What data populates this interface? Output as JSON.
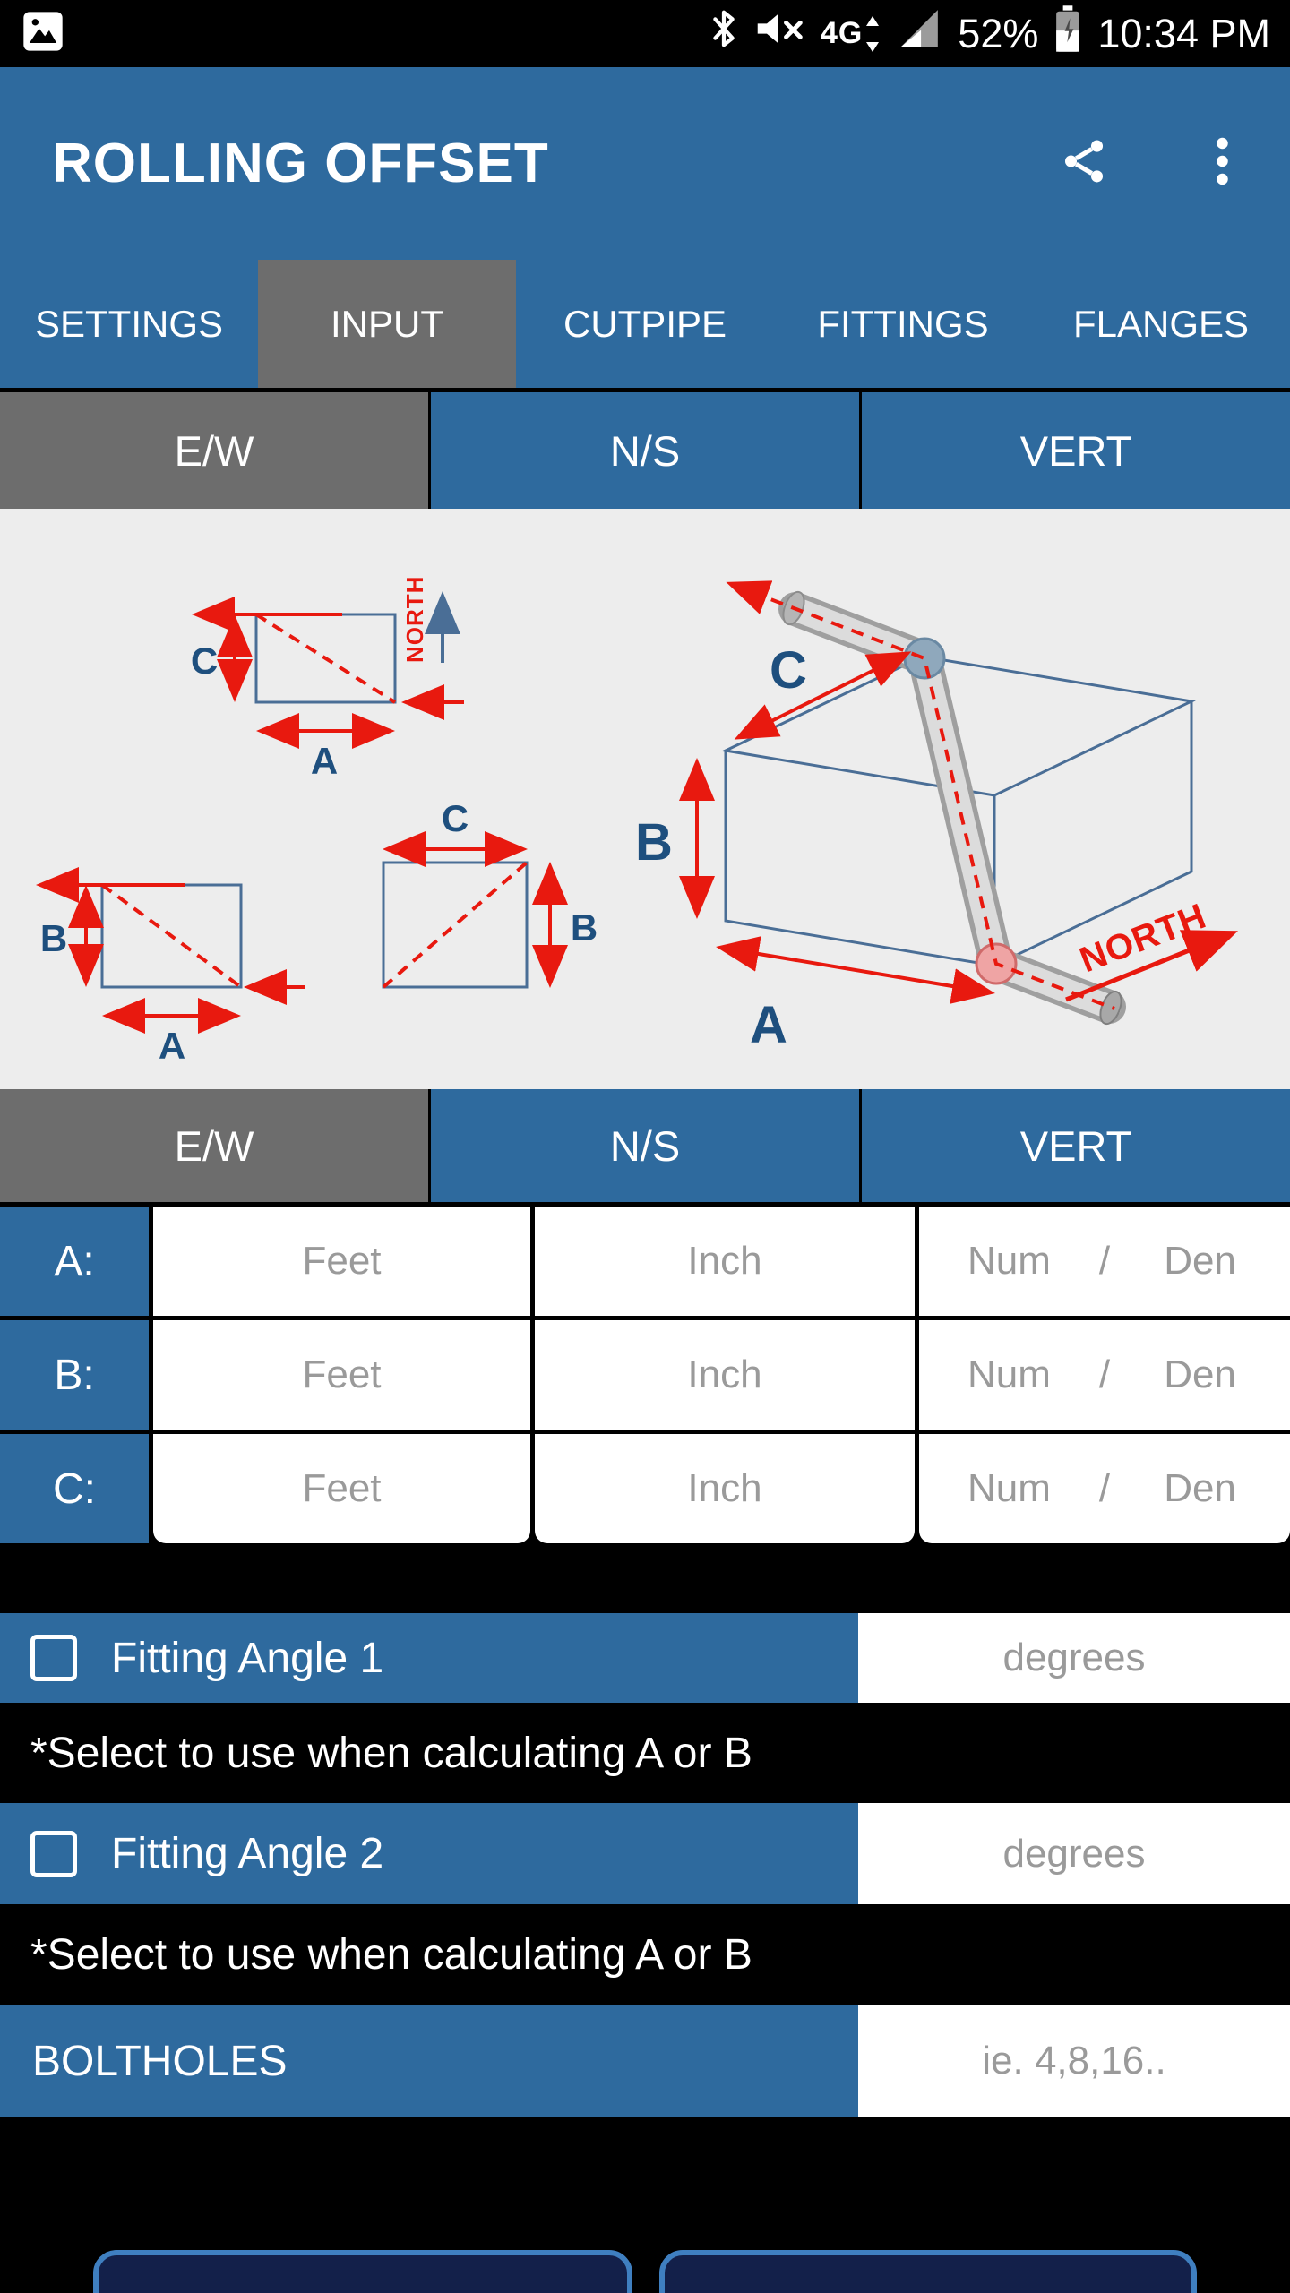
{
  "colors": {
    "primary_blue": "#2e6a9e",
    "selected_gray": "#6d6d6d",
    "diagram_bg": "#ededed",
    "accent_red": "#e8190f",
    "diagram_blue": "#1e4f7e",
    "black": "#000000"
  },
  "status_bar": {
    "time": "10:34 PM",
    "battery": "52%",
    "network": "4G"
  },
  "app_bar": {
    "title": "ROLLING OFFSET"
  },
  "nav_tabs": {
    "selected": "INPUT",
    "items": [
      {
        "label": "SETTINGS"
      },
      {
        "label": "INPUT"
      },
      {
        "label": "CUTPIPE"
      },
      {
        "label": "FITTINGS"
      },
      {
        "label": "FLANGES"
      }
    ]
  },
  "plane_tabs_top": {
    "selected": "E/W",
    "items": [
      {
        "label": "E/W"
      },
      {
        "label": "N/S"
      },
      {
        "label": "VERT"
      }
    ]
  },
  "plane_tabs_bottom": {
    "selected": "E/W",
    "items": [
      {
        "label": "E/W"
      },
      {
        "label": "N/S"
      },
      {
        "label": "VERT"
      }
    ]
  },
  "diagram": {
    "labels": {
      "tl_c": "C",
      "tl_a": "A",
      "tl_north": "NORTH",
      "bl_b": "B",
      "bl_a": "A",
      "mid_c": "C",
      "mid_b": "B",
      "iso_c": "C",
      "iso_b": "B",
      "iso_a": "A",
      "iso_north": "NORTH"
    }
  },
  "measure_table": {
    "rows": [
      {
        "label": "A:",
        "feet": "Feet",
        "inch": "Inch",
        "num": "Num",
        "slash": "/",
        "den": "Den"
      },
      {
        "label": "B:",
        "feet": "Feet",
        "inch": "Inch",
        "num": "Num",
        "slash": "/",
        "den": "Den"
      },
      {
        "label": "C:",
        "feet": "Feet",
        "inch": "Inch",
        "num": "Num",
        "slash": "/",
        "den": "Den"
      }
    ]
  },
  "fitting_angle_1": {
    "label": "Fitting Angle 1",
    "placeholder": "degrees",
    "checked": false
  },
  "fitting_note_1": {
    "text": "*Select to use when calculating A or B"
  },
  "fitting_angle_2": {
    "label": "Fitting Angle 2",
    "placeholder": "degrees",
    "checked": false
  },
  "fitting_note_2": {
    "text": "*Select to use when calculating A or B"
  },
  "boltholes": {
    "label": "BOLTHOLES",
    "placeholder": "ie. 4,8,16.."
  }
}
